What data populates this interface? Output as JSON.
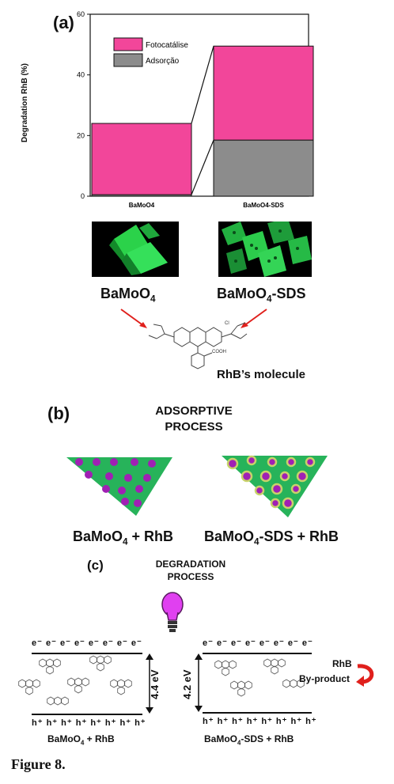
{
  "panel_a": {
    "label": "(a)",
    "chart_data": {
      "type": "bar",
      "stacked": true,
      "categories": [
        "BaMoO4",
        "BaMoO4-SDS"
      ],
      "series": [
        {
          "name": "Adsorção",
          "values": [
            0.5,
            18.5
          ],
          "color": "#8c8c8c"
        },
        {
          "name": "Fotocatálise",
          "values": [
            23.5,
            31.0
          ],
          "color": "#f2469a"
        }
      ],
      "ylabel": "Degradation RhB (%)",
      "ylim": [
        0,
        60
      ],
      "yticks": [
        "0",
        "20",
        "40",
        "60"
      ],
      "legend_placement": "top-left"
    }
  },
  "micrographs": {
    "label_left": "BaMoO",
    "label_left_sub": "4",
    "label_right": "BaMoO",
    "label_right_sub": "4",
    "label_right_suffix": "-SDS",
    "molecule_caption": "RhB’s molecule",
    "molecule_atoms": [
      "Cl",
      "COOH"
    ]
  },
  "panel_b": {
    "label": "(b)",
    "title_line1": "ADSORPTIVE",
    "title_line2": "PROCESS",
    "left_caption": "BaMoO",
    "left_caption_sub": "4",
    "left_caption_suffix": " + RhB",
    "right_caption": "BaMoO",
    "right_caption_sub": "4",
    "right_caption_suffix": "-SDS + RhB"
  },
  "panel_c": {
    "label": "(c)",
    "title_line1": "DEGRADATION",
    "title_line2": "PROCESS",
    "electrons": "e⁻ e⁻ e⁻ e⁻ e⁻ e⁻ e⁻ e⁻",
    "holes": "h⁺ h⁺ h⁺ h⁺ h⁺ h⁺ h⁺ h⁺",
    "gap_left": "4.4 eV",
    "gap_right": "4.2 eV",
    "left_caption": "BaMoO",
    "left_caption_sub": "4",
    "left_caption_suffix": " + RhB",
    "right_caption": "BaMoO",
    "right_caption_sub": "4",
    "right_caption_suffix": "-SDS + RhB",
    "cycle_top": "RhB",
    "cycle_bottom": "By-product"
  },
  "figure_caption": "Figure 8.",
  "colors": {
    "pink": "#f2469a",
    "grey": "#8c8c8c",
    "green": "#27b35a",
    "purple": "#a020b4",
    "halo": "#c8d26a",
    "bulb": "#e040f0",
    "arrow": "#e0201c"
  }
}
